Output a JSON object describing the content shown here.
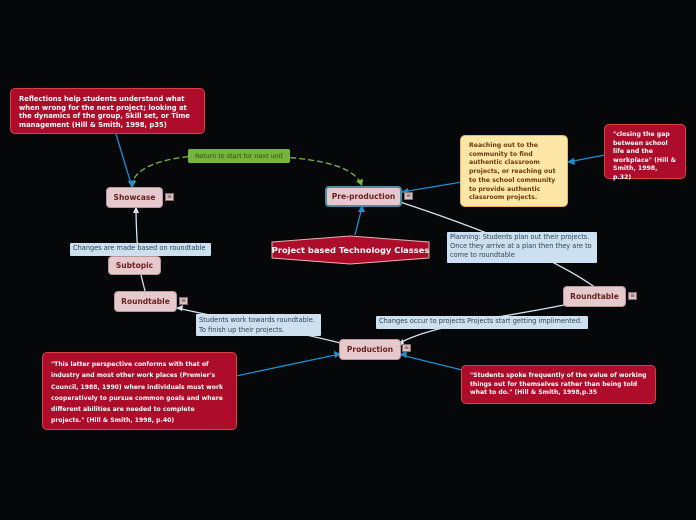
{
  "central": "Project based Technology Classes",
  "nodes": {
    "preproduction": "Pre-production",
    "showcase": "Showcase",
    "subtopic": "Subtopic",
    "roundtable_left": "Roundtable",
    "roundtable_right": "Roundtable",
    "production": "Production"
  },
  "notes": {
    "reflections": "Reflections help students understand what when wrong for the next project; looking at the dynamics of the group, Skill set, or Time management (Hill & Smith, 1998, p35)",
    "reaching_out": "Reaching out to the community to find authentic classroom projects, or reaching out to the school community to provide authentic classroom projects.",
    "closing_gap": "\"closing the gap between school life and the workplace\" (Hill & Smith, 1998, p.32)",
    "latter_perspective": "\"This latter perspective conforms with that of industry and  most other work places (Premier's Council, 1988, 1990) where individuals must work cooperatively to pursue common goals and where different abilities are needed to complete projects.\" (Hill & Smith, 1998, p.40)",
    "students_spoke": "\"Students spoke frequently of the value of working things out for themselves rather than being told what to do.\" (Hill & Smith, 1998,p.35"
  },
  "labels": {
    "return": "Return to start for next unit",
    "changes_roundtable": "Changes are made based on roundtable",
    "planning": "Planning: Students plan out their projects. Once they arrive at a plan then they are to come to roundtable",
    "work_towards": "Students work towards roundtable. To finish up their projects.",
    "changes_occur": "Changes occur to projects Projects start getting implimented."
  },
  "colors": {
    "background": "#050709",
    "node_fill": "#e6c9cc",
    "red_note": "#ad0c2a",
    "yellow_note": "#fde6a6",
    "blue_connector": "#1d8fd0",
    "green_connector": "#7ab648",
    "label_fill": "#cde0f0"
  },
  "icons": {
    "note": "note-icon"
  }
}
